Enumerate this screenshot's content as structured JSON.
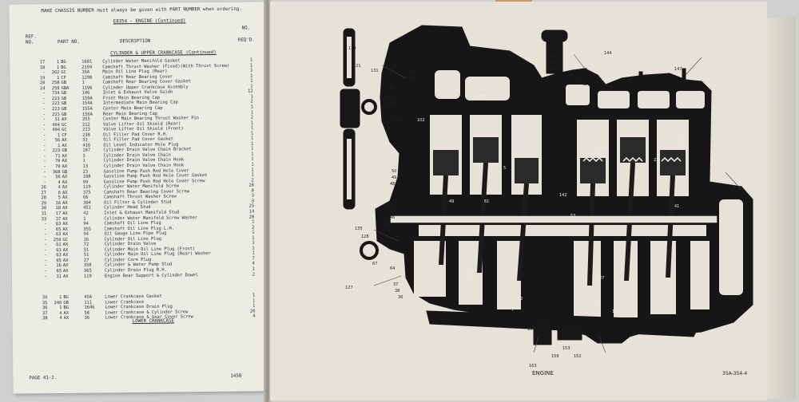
{
  "left_page": {
    "notice": "MAKE CHASSIS NUMBER must always be given with PART NUMBER when ordering.",
    "section_title": "E8354 - ENGINE (Continued)",
    "col_ref": "REF.",
    "col_no": "NO.",
    "col_no2": "NO.",
    "col_part": "PART NO.",
    "col_desc": "DESCRIPTION",
    "col_req": "REQ'D.",
    "group1": "CYLINDER & UPPER CRANKCASE (Continued)",
    "group2": "LOWER CRANKCASE",
    "footer_left": "PAGE 41-2.",
    "footer_mid": "1458",
    "rows": [
      {
        "ref": "17",
        "num": "1",
        "pre": "BG",
        "suf": "1681",
        "desc": "Cylinder Water Manifold Gasket",
        "qty": "1"
      },
      {
        "ref": "18",
        "num": "1",
        "pre": "BG",
        "suf": "2194",
        "desc": "Camshaft Thrust Washer (Fixed)(With Thrust Screw)",
        "qty": "1"
      },
      {
        "ref": "-",
        "num": "262",
        "pre": "GC",
        "suf": "15A",
        "desc": "Main Oil Line Plug (Rear)",
        "qty": "1"
      },
      {
        "ref": "19",
        "num": "1",
        "pre": "CF",
        "suf": "1298",
        "desc": "Camshaft Rear Bearing Cover",
        "qty": "1"
      },
      {
        "ref": "20",
        "num": "258",
        "pre": "GB",
        "suf": "1",
        "desc": "Camshaft Rear Bearing Cover Gasket",
        "qty": "1"
      },
      {
        "ref": "24",
        "num": "259",
        "pre": "GBA",
        "suf": "1196",
        "desc": "Cylinder Upper Crankcase Assembly",
        "qty": "1"
      },
      {
        "ref": "-",
        "num": "734",
        "pre": "GB",
        "suf": "146",
        "desc": "Inlet & Exhaust Valve Guide",
        "qty": "12"
      },
      {
        "ref": "-",
        "num": "223",
        "pre": "GB",
        "suf": "159A",
        "desc": "Front Main Bearing Cap",
        "qty": "1"
      },
      {
        "ref": "-",
        "num": "223",
        "pre": "GB",
        "suf": "154A",
        "desc": "Intermediate Main Bearing Cap",
        "qty": "2"
      },
      {
        "ref": "-",
        "num": "223",
        "pre": "GB",
        "suf": "155A",
        "desc": "Center Main Bearing Cap",
        "qty": "1"
      },
      {
        "ref": "-",
        "num": "223",
        "pre": "GB",
        "suf": "156A",
        "desc": "Rear Main Bearing Cap",
        "qty": "1"
      },
      {
        "ref": "-",
        "num": "31",
        "pre": "AX",
        "suf": "255",
        "desc": "Center Main Bearing Thrust Washer Pin",
        "qty": "2"
      },
      {
        "ref": "-",
        "num": "494",
        "pre": "GC",
        "suf": "212",
        "desc": "Valve Lifter Oil Shield (Rear)",
        "qty": "1"
      },
      {
        "ref": "-",
        "num": "494",
        "pre": "GC",
        "suf": "213",
        "desc": "Valve Lifter Oil Shield (Front)",
        "qty": "1"
      },
      {
        "ref": "-",
        "num": "1",
        "pre": "CF",
        "suf": "238",
        "desc": "Oil Filler Pad Cover R.H.",
        "qty": "1"
      },
      {
        "ref": "-",
        "num": "56",
        "pre": "AX",
        "suf": "33",
        "desc": "Oil Filler Pad Cover Gasket",
        "qty": "1"
      },
      {
        "ref": "-",
        "num": "1",
        "pre": "AX",
        "suf": "416",
        "desc": "Oil Level Indicator Hole Plug",
        "qty": "1"
      },
      {
        "ref": "-",
        "num": "223",
        "pre": "GB",
        "suf": "187",
        "desc": "Cylinder Drain Valve Chain Bracket",
        "qty": "1"
      },
      {
        "ref": "-",
        "num": "71",
        "pre": "AX",
        "suf": "3",
        "desc": "Cylinder Drain Valve Chain",
        "qty": "1"
      },
      {
        "ref": "-",
        "num": "70",
        "pre": "AX",
        "suf": "1",
        "desc": "Cylinder Drain Valve Chain Hook",
        "qty": "1"
      },
      {
        "ref": "-",
        "num": "70",
        "pre": "AX",
        "suf": "13",
        "desc": "Cylinder Drain Valve Chain Hook",
        "qty": "1"
      },
      {
        "ref": "-",
        "num": "368",
        "pre": "GB",
        "suf": "23",
        "desc": "Gasoline Pump Push Rod Hole Cover",
        "qty": "1"
      },
      {
        "ref": "-",
        "num": "56",
        "pre": "AX",
        "suf": "188",
        "desc": "Gasoline Pump Push Rod Hole Cover Gasket",
        "qty": "1"
      },
      {
        "ref": "-",
        "num": "4",
        "pre": "AX",
        "suf": "99",
        "desc": "Gasoline Pump Push Rod Hole Cover Screw",
        "qty": "2"
      },
      {
        "ref": "26",
        "num": "4",
        "pre": "AX",
        "suf": "119",
        "desc": "Cylinder Water Manifold Screw",
        "qty": "28"
      },
      {
        "ref": "27",
        "num": "6",
        "pre": "AX",
        "suf": "375",
        "desc": "Camshaft Rear Bearing Cover Screw",
        "qty": "8"
      },
      {
        "ref": "28",
        "num": "5",
        "pre": "AX",
        "suf": "66",
        "desc": "Camshaft Thrust Washer Screw",
        "qty": "3"
      },
      {
        "ref": "29",
        "num": "16",
        "pre": "AX",
        "suf": "304",
        "desc": "Oil Filter & Cylinder Stud",
        "qty": "3"
      },
      {
        "ref": "30",
        "num": "18",
        "pre": "AX",
        "suf": "451",
        "desc": "Cylinder Head Stud",
        "qty": "25"
      },
      {
        "ref": "31",
        "num": "17",
        "pre": "AX",
        "suf": "42",
        "desc": "Inlet & Exhaust Manifold Stud",
        "qty": "14"
      },
      {
        "ref": "33",
        "num": "37",
        "pre": "AX",
        "suf": "1",
        "desc": "Cylinder Water Manifold Screw Washer",
        "qty": "28"
      },
      {
        "ref": "-",
        "num": "63",
        "pre": "AX",
        "suf": "94",
        "desc": "Camshaft Oil Line Plug",
        "qty": "1"
      },
      {
        "ref": "-",
        "num": "65",
        "pre": "AX",
        "suf": "355",
        "desc": "Camshaft Oil Line Plug L.H.",
        "qty": "2"
      },
      {
        "ref": "-",
        "num": "63",
        "pre": "AX",
        "suf": "94",
        "desc": "Oil Gauge Line Pipe Plug",
        "qty": "1"
      },
      {
        "ref": "-",
        "num": "259",
        "pre": "GC",
        "suf": "16",
        "desc": "Cylinder Oil Line Plug",
        "qty": "1"
      },
      {
        "ref": "-",
        "num": "61",
        "pre": "AX",
        "suf": "72",
        "desc": "Cylinder Drain Valve",
        "qty": "1"
      },
      {
        "ref": "-",
        "num": "63",
        "pre": "AX",
        "suf": "51",
        "desc": "Cylinder Main Oil Line Plug (Front)",
        "qty": "1"
      },
      {
        "ref": "-",
        "num": "63",
        "pre": "AX",
        "suf": "51",
        "desc": "Cylinder Main Oil Line Plug (Rear) Washer",
        "qty": "1"
      },
      {
        "ref": "-",
        "num": "65",
        "pre": "AX",
        "suf": "27",
        "desc": "Cylinder Core Plug",
        "qty": "7"
      },
      {
        "ref": "-",
        "num": "16",
        "pre": "AX",
        "suf": "358",
        "desc": "Cylinder & Water Pump Stud",
        "qty": "4"
      },
      {
        "ref": "-",
        "num": "65",
        "pre": "AX",
        "suf": "365",
        "desc": "Cylinder Drain Plug R.H.",
        "qty": "1"
      },
      {
        "ref": "-",
        "num": "31",
        "pre": "AX",
        "suf": "119",
        "desc": "Engine Rear Support & Cylinder Dowel",
        "qty": "2"
      },
      {
        "ref": "34",
        "num": "1",
        "pre": "BG",
        "suf": "45A",
        "desc": "Lower Crankcase Gasket",
        "qty": "1"
      },
      {
        "ref": "35",
        "num": "240",
        "pre": "GB",
        "suf": "111",
        "desc": "Lower Crankcase",
        "qty": "1"
      },
      {
        "ref": "36",
        "num": "1",
        "pre": "BG",
        "suf": "1646",
        "desc": "Lower Crankcase Drain Plug",
        "qty": "1"
      },
      {
        "ref": "37",
        "num": "4",
        "pre": "AX",
        "suf": "58",
        "desc": "Lower Crankcase & Cylinder Screw",
        "qty": "20"
      },
      {
        "ref": "38",
        "num": "4",
        "pre": "AX",
        "suf": "36",
        "desc": "Lower Crankcase & Gear Cover Screw",
        "qty": "4"
      }
    ]
  },
  "right_page": {
    "caption": "ENGINE",
    "code": "35A-354-4",
    "callouts": [
      "100",
      "139",
      "140",
      "145",
      "144",
      "147",
      "19",
      "119",
      "121",
      "131",
      "107",
      "131",
      "92",
      "102",
      "98",
      "100",
      "125",
      "108",
      "50",
      "49",
      "48",
      "47",
      "44",
      "42",
      "46",
      "43",
      "135",
      "128",
      "127",
      "67",
      "64",
      "37",
      "36",
      "38",
      "90",
      "163",
      "157",
      "159",
      "152",
      "153",
      "155",
      "142",
      "61",
      "7",
      "62",
      "103",
      "23",
      "5",
      "49",
      "7",
      "101",
      "25",
      "53",
      "41",
      "4",
      "153",
      "27"
    ]
  },
  "colors": {
    "page": "#e6e2d7",
    "ink": "#161616",
    "left_paper": "#ecebe4",
    "background": "#cfd1cf"
  }
}
